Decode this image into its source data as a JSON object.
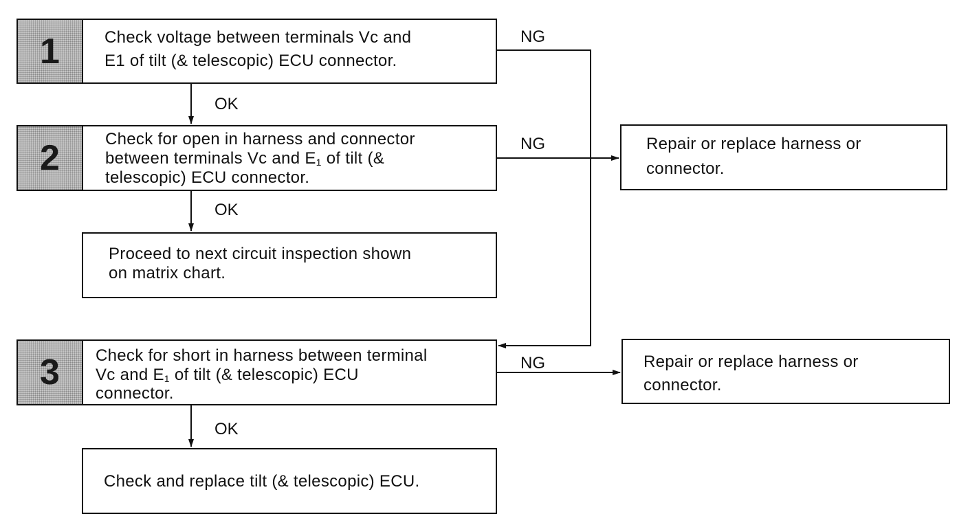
{
  "steps": [
    {
      "number": "1",
      "lines": [
        "Check voltage between terminals Vc and",
        "E1 of tilt (& telescopic) ECU connector."
      ]
    },
    {
      "number": "2",
      "lines": [
        "Check for open in harness and connector",
        "between terminals Vc and E",
        "1",
        " of tilt (&",
        "telescopic) ECU connector."
      ]
    },
    {
      "number": "3",
      "lines": [
        "Check for short in harness between terminal",
        "Vc and E",
        "1",
        " of tilt (& telescopic) ECU",
        "connector."
      ]
    }
  ],
  "results": {
    "proceed": [
      "Proceed to next circuit inspection shown",
      "on matrix chart."
    ],
    "repair_1": [
      "Repair or replace harness or",
      "connector."
    ],
    "repair_2": [
      "Repair or replace harness or",
      "connector."
    ],
    "replace_ecu": "Check and replace tilt (& telescopic) ECU."
  },
  "labels": {
    "ok": "OK",
    "ng": "NG"
  },
  "colors": {
    "line": "#111111",
    "number_fill": "#c4c4c4"
  }
}
